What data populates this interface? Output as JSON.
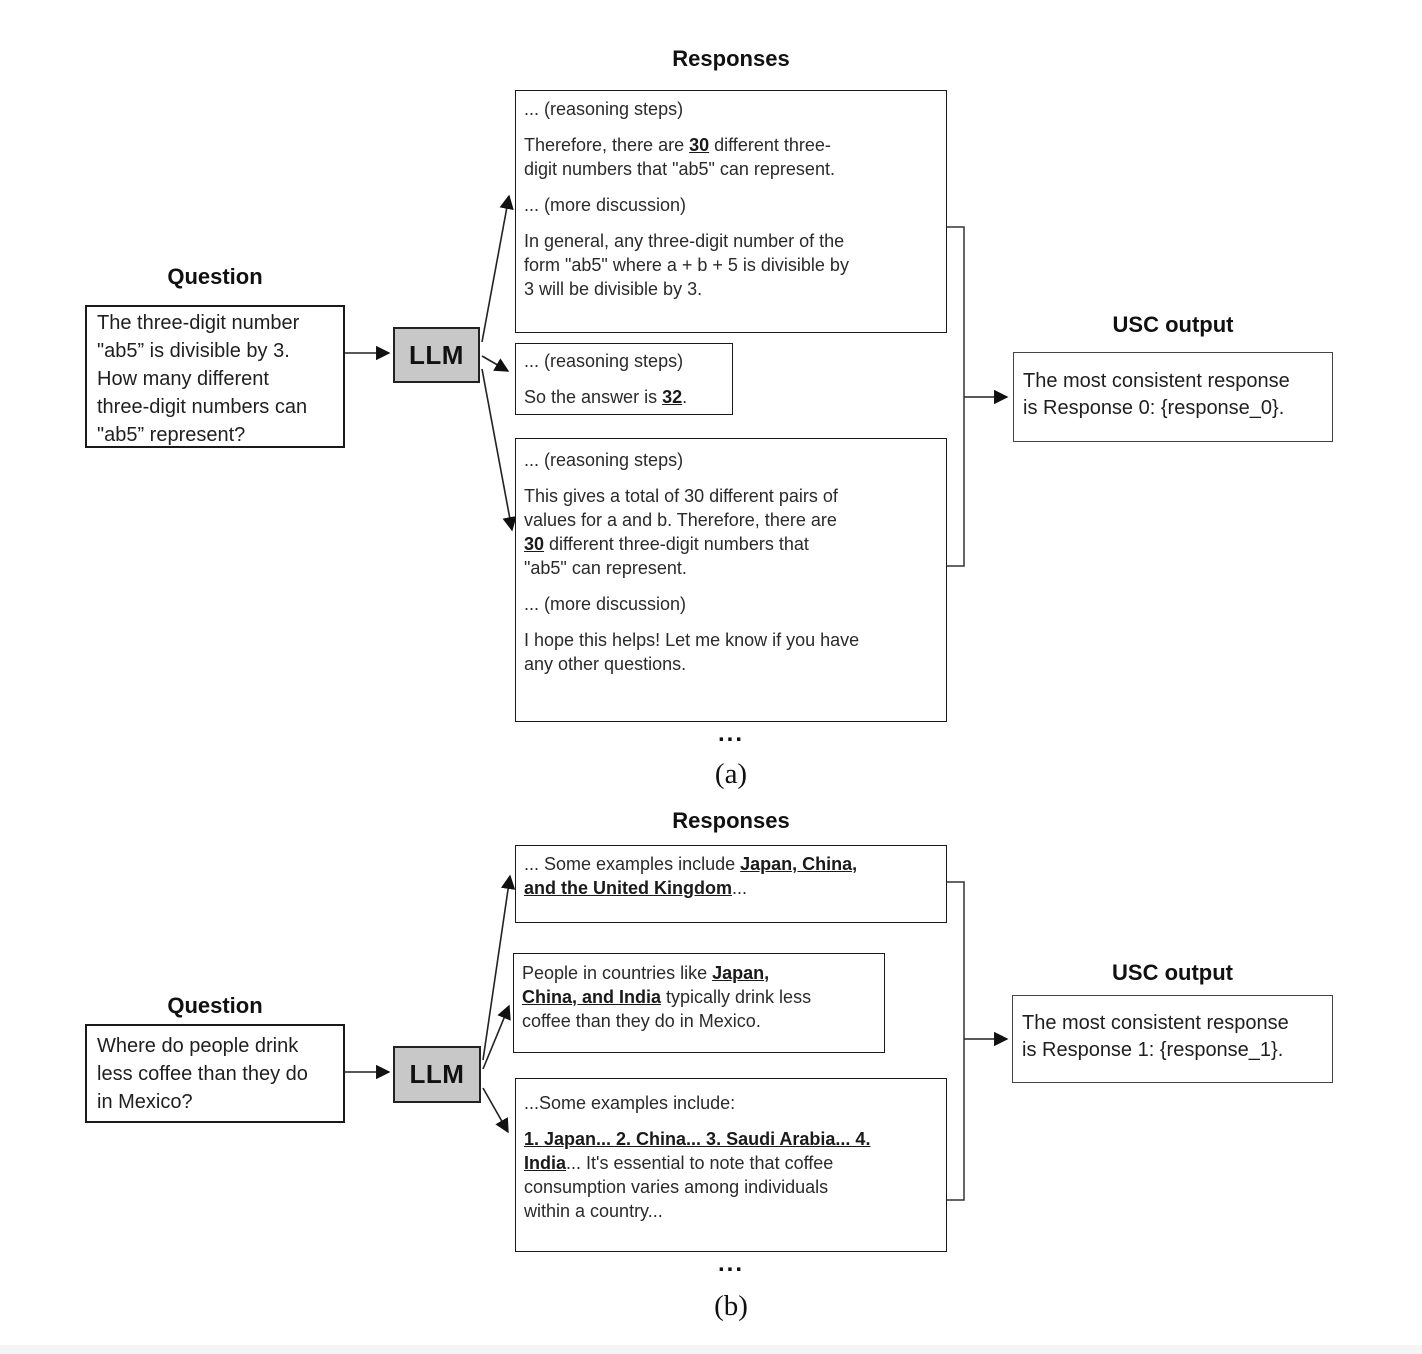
{
  "figure": {
    "colors": {
      "llm_fill": "#c8c8c8",
      "box_border": "#1a1a1a",
      "text": "#1f1f1f"
    },
    "panels": [
      {
        "caption": "(a)",
        "question": {
          "label": "Question",
          "text": "The three-digit number\n\"ab5” is divisible by 3.\nHow many different\nthree-digit numbers can\n\"ab5” represent?"
        },
        "llm": {
          "label": "LLM"
        },
        "responses": {
          "label": "Responses",
          "more_indicator": "...",
          "items": [
            {
              "paragraphs": [
                [
                  {
                    "t": "... (reasoning steps)"
                  }
                ],
                [
                  {
                    "t": "Therefore, there are "
                  },
                  {
                    "t": "30",
                    "b": true
                  },
                  {
                    "t": " different three-\ndigit numbers that \"ab5\" can represent."
                  }
                ],
                [
                  {
                    "t": "... (more discussion)"
                  }
                ],
                [
                  {
                    "t": "In general, any three-digit number of the\nform \"ab5\" where a + b + 5 is divisible by\n3 will be divisible by 3."
                  }
                ]
              ]
            },
            {
              "paragraphs": [
                [
                  {
                    "t": "... (reasoning steps)"
                  }
                ],
                [
                  {
                    "t": "So the answer is "
                  },
                  {
                    "t": "32",
                    "b": true
                  },
                  {
                    "t": "."
                  }
                ]
              ]
            },
            {
              "paragraphs": [
                [
                  {
                    "t": "... (reasoning steps)"
                  }
                ],
                [
                  {
                    "t": "This gives a total of 30 different pairs of\nvalues for a and b. Therefore, there are\n"
                  },
                  {
                    "t": "30",
                    "b": true
                  },
                  {
                    "t": " different three-digit numbers that\n\"ab5\" can represent."
                  }
                ],
                [
                  {
                    "t": "... (more discussion)"
                  }
                ],
                [
                  {
                    "t": "I hope this helps! Let me know if you have\nany other questions."
                  }
                ]
              ]
            }
          ]
        },
        "usc": {
          "label": "USC output",
          "text": "The most consistent response\nis Response 0: {response_0}."
        }
      },
      {
        "caption": "(b)",
        "question": {
          "label": "Question",
          "text": "Where do people drink\nless coffee than they do\nin Mexico?"
        },
        "llm": {
          "label": "LLM"
        },
        "responses": {
          "label": "Responses",
          "more_indicator": "...",
          "items": [
            {
              "paragraphs": [
                [
                  {
                    "t": "... Some examples include "
                  },
                  {
                    "t": "Japan, China,\nand the United Kingdom",
                    "b": true
                  },
                  {
                    "t": "..."
                  }
                ]
              ]
            },
            {
              "paragraphs": [
                [
                  {
                    "t": "People in countries like "
                  },
                  {
                    "t": "Japan,\nChina, and India",
                    "b": true
                  },
                  {
                    "t": " typically drink less\ncoffee than they do in Mexico."
                  }
                ]
              ]
            },
            {
              "paragraphs": [
                [
                  {
                    "t": "...Some examples include:"
                  }
                ],
                [
                  {
                    "t": "1. Japan... 2. China... 3. Saudi Arabia... 4.\nIndia",
                    "b": true
                  },
                  {
                    "t": "... It's essential to note that coffee\nconsumption varies among individuals\nwithin a country..."
                  }
                ]
              ]
            }
          ]
        },
        "usc": {
          "label": "USC output",
          "text": "The most consistent response\nis Response 1: {response_1}."
        }
      }
    ]
  }
}
